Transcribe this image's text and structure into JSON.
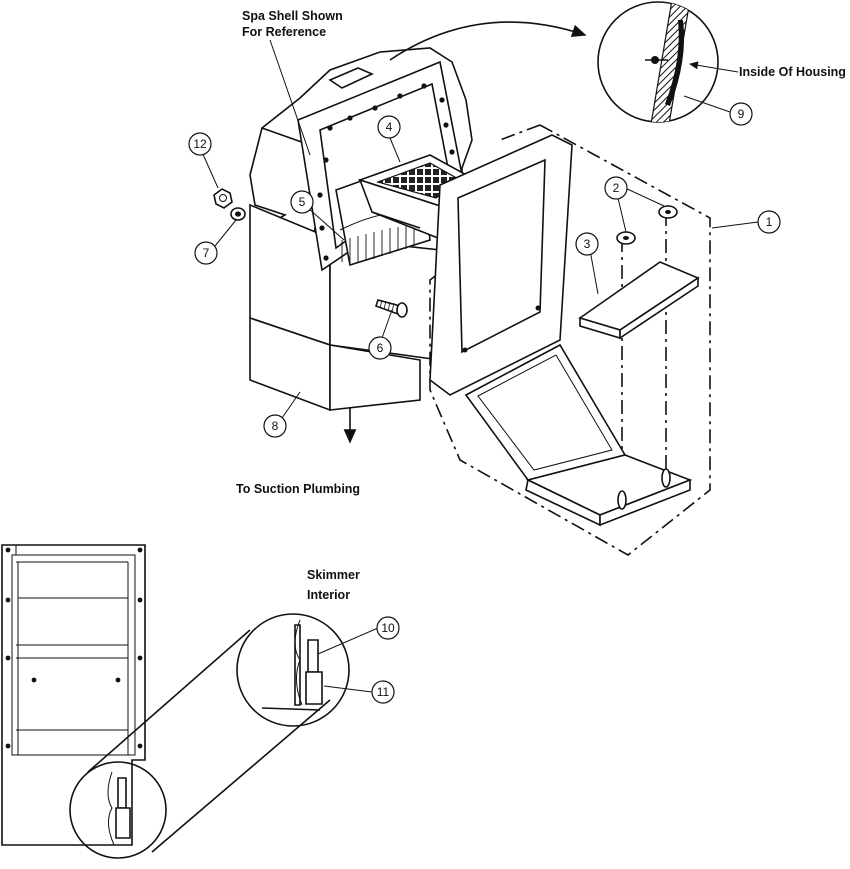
{
  "labels": {
    "spa_shell": [
      "Spa Shell Shown",
      "For Reference"
    ],
    "inside_housing": "Inside Of Housing",
    "suction": "To Suction Plumbing",
    "skimmer_interior": [
      "Skimmer",
      "Interior"
    ]
  },
  "callouts": [
    "1",
    "2",
    "3",
    "4",
    "5",
    "6",
    "7",
    "8",
    "9",
    "10",
    "11",
    "12"
  ]
}
